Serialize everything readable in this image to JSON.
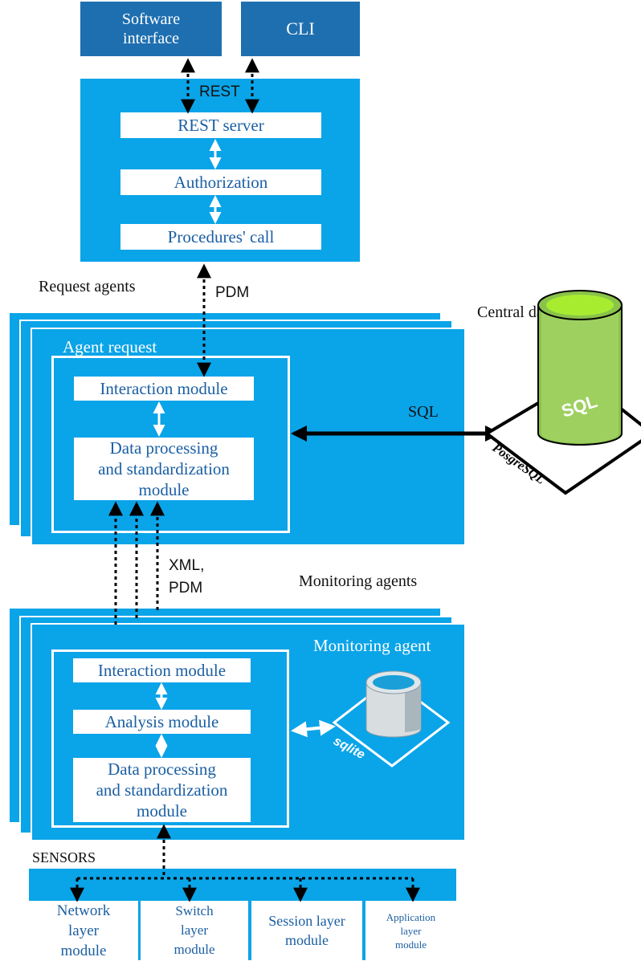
{
  "top": {
    "software_interface": "Software interface",
    "cli": "CLI",
    "rest_label": "REST"
  },
  "server": {
    "rest_server": "REST server",
    "authorization": "Authorization",
    "procedures_call": "Procedures' call"
  },
  "labels": {
    "pdm": "PDM",
    "request_agents": "Request agents",
    "central_storage": "Central data storage",
    "sql": "SQL",
    "xml": "XML,",
    "xml_pdm": "PDM",
    "monitoring_agents": "Monitoring agents",
    "sensors": "SENSORS"
  },
  "request_agent": {
    "title": "Agent request",
    "interaction": "Interaction module",
    "data_processing_1": "Data processing",
    "data_processing_2": "and standardization",
    "data_processing_3": "module"
  },
  "monitoring_agent": {
    "title": "Monitoring agent",
    "interaction": "Interaction module",
    "analysis": "Analysis module",
    "data_processing_1": "Data processing",
    "data_processing_2": "and standardization",
    "data_processing_3": "module"
  },
  "db": {
    "sql_logo": "SQL",
    "postgres_logo": "PosgreSQL",
    "sqlite_logo": "sqlite"
  },
  "sensors": {
    "network": [
      "Network",
      "layer",
      "module"
    ],
    "switch": [
      "Switch",
      "layer",
      "module"
    ],
    "session": [
      "Session layer",
      "module"
    ],
    "application": [
      "Application",
      "layer",
      "module"
    ]
  }
}
